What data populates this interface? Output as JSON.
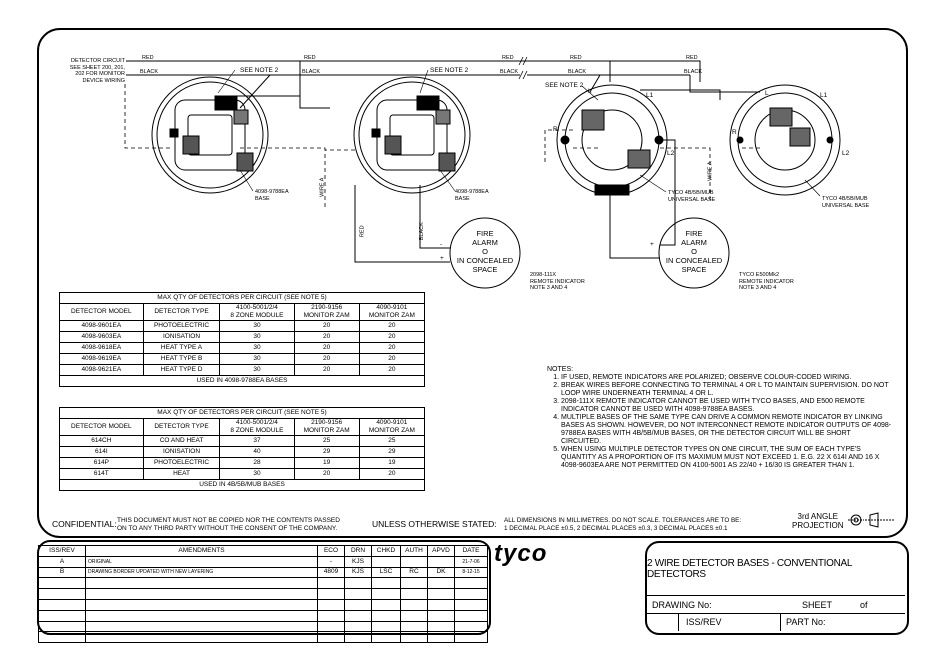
{
  "circuit_label": {
    "lines": [
      "DETECTOR CIRCUIT",
      "SEE SHEET 200, 201,",
      "202 FOR MONITOR",
      "DEVICE WIRING"
    ]
  },
  "wires": {
    "red": "RED",
    "black": "BLACK",
    "wire_a": "WIRE A"
  },
  "see_note_2": "SEE NOTE 2",
  "base_labels": {
    "b1": [
      "4098-9788EA",
      "BASE"
    ],
    "b2": [
      "4098-9788EA",
      "BASE"
    ],
    "b3": [
      "TYCO 4B/5B/MUB",
      "UNIVERSAL BASE"
    ],
    "b4": [
      "TYCO 4B/5B/MUB",
      "UNIVERSAL BASE"
    ]
  },
  "terminal_labels": {
    "L": "L",
    "L1": "L1",
    "L2": "L2",
    "R": "R"
  },
  "remote": {
    "r1": {
      "lines": [
        "FIRE",
        "ALARM",
        "O",
        "IN CONCEALED",
        "SPACE"
      ],
      "caption": [
        "2098-111X",
        "REMOTE INDICATOR",
        "NOTE 3 AND 4"
      ]
    },
    "r2": {
      "lines": [
        "FIRE",
        "ALARM",
        "O",
        "IN CONCEALED",
        "SPACE"
      ],
      "caption": [
        "TYCO E500Mk2",
        "REMOTE INDICATOR",
        "NOTE 3 AND 4"
      ]
    },
    "plus": "+",
    "minus": "-"
  },
  "table1": {
    "title": "MAX QTY OF DETECTORS PER CIRCUIT (SEE NOTE 5)",
    "headers": [
      "DETECTOR MODEL",
      "DETECTOR TYPE",
      "4100-5001/2/4\n8 ZONE MODULE",
      "2190-9156\nMONITOR ZAM",
      "4090-9101\nMONITOR ZAM"
    ],
    "rows": [
      [
        "4098-9601EA",
        "PHOTOELECTRIC",
        "30",
        "20",
        "20"
      ],
      [
        "4098-9603EA",
        "IONISATION",
        "30",
        "20",
        "20"
      ],
      [
        "4098-9618EA",
        "HEAT TYPE A",
        "30",
        "20",
        "20"
      ],
      [
        "4098-9619EA",
        "HEAT TYPE B",
        "30",
        "20",
        "20"
      ],
      [
        "4098-9621EA",
        "HEAT TYPE D",
        "30",
        "20",
        "20"
      ]
    ],
    "footer": "USED IN 4098-9788EA BASES"
  },
  "table2": {
    "title": "MAX QTY OF DETECTORS PER CIRCUIT (SEE NOTE 5)",
    "headers": [
      "DETECTOR MODEL",
      "DETECTOR TYPE",
      "4100-5001/2/4\n8 ZONE MODULE",
      "2190-9156\nMONITOR ZAM",
      "4090-9101\nMONITOR ZAM"
    ],
    "rows": [
      [
        "614CH",
        "CO AND HEAT",
        "37",
        "25",
        "25"
      ],
      [
        "614I",
        "IONISATION",
        "40",
        "29",
        "29"
      ],
      [
        "614P",
        "PHOTOELECTRIC",
        "28",
        "19",
        "19"
      ],
      [
        "614T",
        "HEAT",
        "30",
        "20",
        "20"
      ]
    ],
    "footer": "USED IN 4B/5B/MUB BASES"
  },
  "notes": {
    "heading": "NOTES:",
    "items": [
      "IF USED, REMOTE INDICATORS ARE POLARIZED; OBSERVE COLOUR-CODED WIRING.",
      "BREAK WIRES BEFORE CONNECTING TO TERMINAL 4 OR L TO MAINTAIN SUPERVISION. DO NOT LOOP WIRE UNDERNEATH TERMINAL 4 OR L.",
      "2098-111X REMOTE INDICATOR CANNOT BE USED WITH TYCO BASES, AND E500 REMOTE INDICATOR CANNOT BE USED WITH 4098-9788EA BASES.",
      "MULTIPLE BASES OF THE SAME TYPE CAN DRIVE A COMMON REMOTE INDICATOR BY LINKING BASES AS SHOWN. HOWEVER, DO NOT INTERCONNECT REMOTE INDICATOR OUTPUTS OF 4098-9788EA BASES WITH 4B/5B/MUB BASES, OR THE DETECTOR CIRCUIT WILL BE SHORT CIRCUITED.",
      "WHEN USING MULTIPLE DETECTOR TYPES ON ONE CIRCUIT, THE SUM OF EACH TYPE'S QUANTITY AS A PROPORTION OF ITS MAXIMUM MUST NOT EXCEED 1. E.G. 22 X 614I AND 16 X 4098-9603EA ARE NOT PERMITTED ON 4100-5001 AS 22/40 + 16/30 IS GREATER THAN 1."
    ]
  },
  "footer": {
    "confidential_label": "CONFIDENTIAL:",
    "confidential_text": [
      "THIS DOCUMENT MUST NOT BE COPIED NOR THE CONTENTS PASSED",
      "ON TO ANY THIRD PARTY WITHOUT THE CONSENT OF THE COMPANY."
    ],
    "unless": "UNLESS OTHERWISE STATED:",
    "tolerance": [
      "ALL DIMENSIONS IN MILLIMETRES. DO NOT SCALE. TOLERANCES ARE TO BE:",
      "1 DECIMAL PLACE ±0.5, 2 DECIMAL PLACES ±0.3, 3 DECIMAL PLACES ±0.1"
    ],
    "projection": [
      "3rd ANGLE",
      "PROJECTION"
    ]
  },
  "amendments": {
    "headers": [
      "ISS/REV",
      "AMENDMENTS",
      "ECO",
      "DRN",
      "CHKD",
      "AUTH",
      "APVD",
      "DATE"
    ],
    "rows": [
      [
        "A",
        "ORIGINAL",
        "-",
        "KJS",
        "",
        "",
        "",
        "21-7-06"
      ],
      [
        "B",
        "DRAWING BORDER UPDATED WITH NEW LAYERING",
        "4809",
        "KJS",
        "LSC",
        "RC",
        "DK",
        "8-12-15"
      ],
      [
        "",
        "",
        "",
        "",
        "",
        "",
        "",
        ""
      ],
      [
        "",
        "",
        "",
        "",
        "",
        "",
        "",
        ""
      ],
      [
        "",
        "",
        "",
        "",
        "",
        "",
        "",
        ""
      ],
      [
        "",
        "",
        "",
        "",
        "",
        "",
        "",
        ""
      ],
      [
        "",
        "",
        "",
        "",
        "",
        "",
        "",
        ""
      ],
      [
        "",
        "",
        "",
        "",
        "",
        "",
        "",
        ""
      ]
    ]
  },
  "logo": "tyco",
  "title_block": {
    "title": "2 WIRE DETECTOR BASES - CONVENTIONAL DETECTORS",
    "drawing_no": "DRAWING No:",
    "sheet": "SHEET",
    "of": "of",
    "iss_rev": "ISS/REV",
    "part_no": "PART No:"
  }
}
